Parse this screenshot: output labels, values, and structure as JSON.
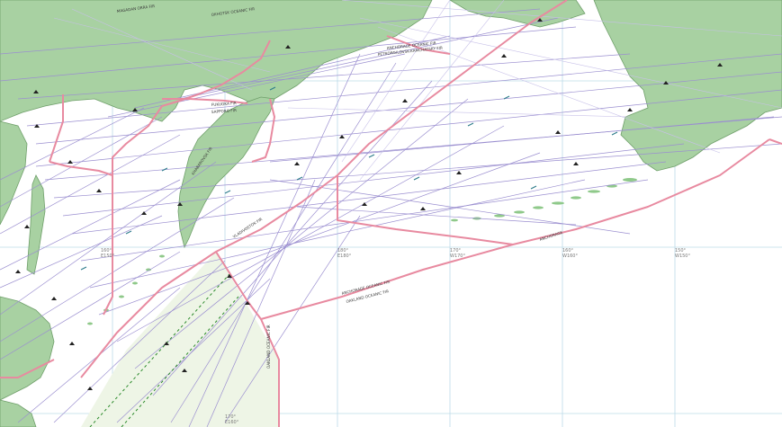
{
  "map": {
    "colors": {
      "land": "#a8d1a2",
      "land_stroke": "#6f9f6a",
      "sea": "#ffffff",
      "graticule": "#bcdbe9",
      "route": "#9b8fd0",
      "route_light": "#b9b0e0",
      "fir_boundary": "#e88aa0",
      "waypoint": "#222222",
      "label": "#3a3a3a",
      "fix_label": "#2f7d8c",
      "dashed_track": "#2b8a2b",
      "shaded_zone": "#eef5e6"
    },
    "fir_labels": [
      "MAGADAN ORRA FIR",
      "OKHOTSK OCEANIC FIR",
      "PETROPAVLOVSK-KAMCHATSKY FIR",
      "ANCHORAGE OCEANIC FIR",
      "FUKUOKA FIR",
      "SAPPORO FIR",
      "KHABAROVSK FIR",
      "ANCHORAGE OCEANIC FIR",
      "OAKLAND OCEANIC FIR",
      "ANCHORAGE",
      "VLADIVOSTOK FIR",
      "OAKLAND OCEANIC FIR"
    ],
    "grid_labels": [
      "160°",
      "E150°",
      "170°",
      "E160°",
      "180°",
      "E180°",
      "170°",
      "W170°",
      "160°",
      "W160°",
      "150°",
      "W150°"
    ]
  }
}
